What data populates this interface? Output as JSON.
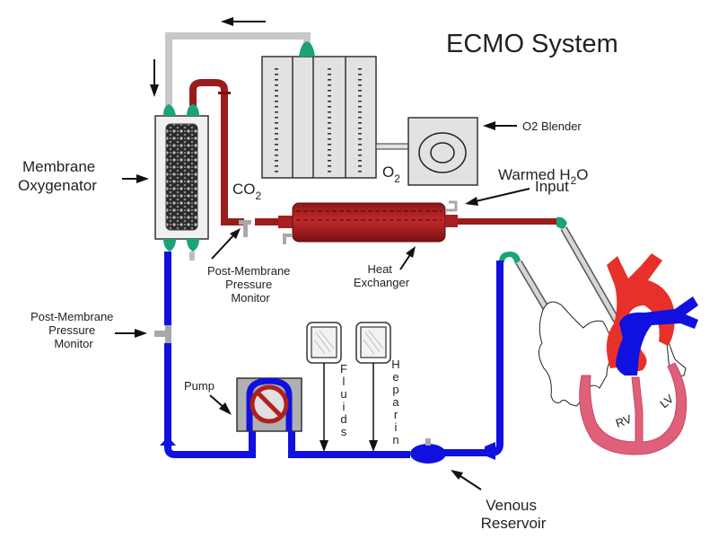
{
  "title": "ECMO System",
  "colors": {
    "arterial": "#9b1c1c",
    "venous": "#1010e0",
    "connector": "#1aa37a",
    "gas_line": "#c8c8c8",
    "heart_muscle": "#e0607a",
    "aorta": "#e8302a"
  },
  "labels": {
    "membrane_oxygenator": [
      "Membrane",
      "Oxygenator"
    ],
    "co2": "CO",
    "co2_sub": "2",
    "o2": "O",
    "o2_sub": "2",
    "o2_blender": "O2 Blender",
    "warmed_h2o": [
      "Warmed H",
      "2",
      "O"
    ],
    "input": "Input",
    "post_membrane_monitor_top": [
      "Post-Membrane",
      "Pressure",
      "Monitor"
    ],
    "post_membrane_monitor_left": [
      "Post-Membrane",
      "Pressure",
      "Monitor"
    ],
    "heat_exchanger": [
      "Heat",
      "Exchanger"
    ],
    "pump": "Pump",
    "fluids": "Fluids",
    "heparin": "Heparin",
    "venous_reservoir": [
      "Venous",
      "Reservoir"
    ],
    "rv": "RV",
    "lv": "LV"
  }
}
